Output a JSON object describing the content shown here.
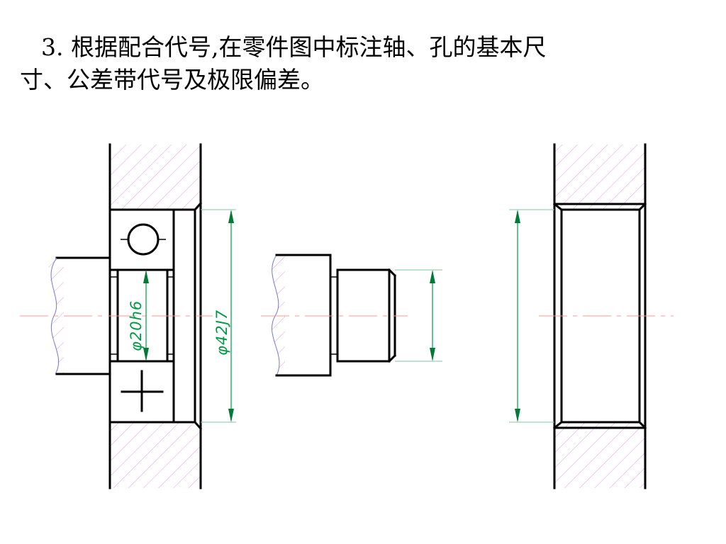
{
  "question": {
    "line1": "3. 根据配合代号,在零件图中标注轴、孔的基本尺",
    "line2": "寸、公差带代号及极限偏差。"
  },
  "dimensions": {
    "shaft": "φ20h6",
    "hole": "φ42J7"
  },
  "colors": {
    "outline": "#000000",
    "hatch": "#e39be3",
    "dimension": "#009a44",
    "centerline": "#ff9999"
  }
}
